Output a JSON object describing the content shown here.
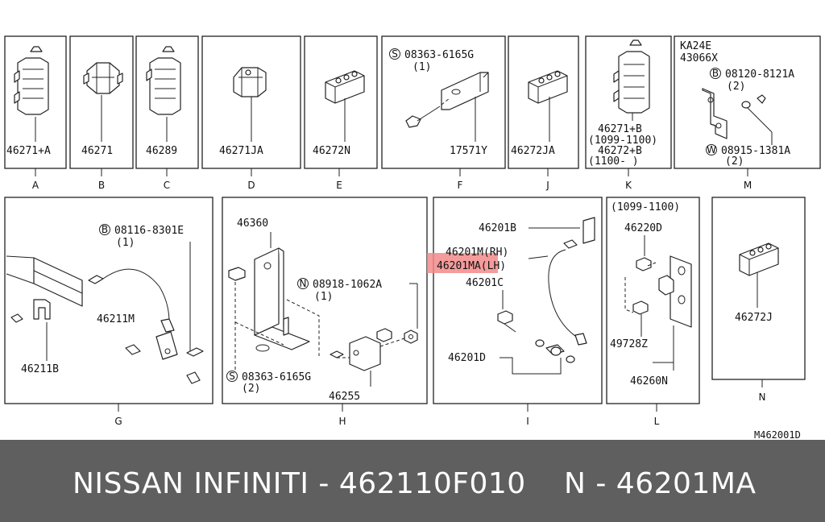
{
  "diagram_code": "M462001D",
  "highlight_color": "#f28a8a",
  "footer": {
    "left": "NISSAN  INFINITI - 462110F010",
    "right": "N - 46201MA"
  },
  "sections": {
    "A": {
      "letter": "A",
      "part": "46271+A"
    },
    "B": {
      "letter": "B",
      "part": "46271"
    },
    "C": {
      "letter": "C",
      "part": "46289"
    },
    "D": {
      "letter": "D",
      "part": "46271JA"
    },
    "E": {
      "letter": "E",
      "part": "46272N"
    },
    "F": {
      "letter": "F",
      "screw_symbol": "S",
      "screw": "08363-6165G",
      "screw_qty": "(1)",
      "part": "17571Y"
    },
    "J": {
      "letter": "J",
      "part": "46272JA"
    },
    "K": {
      "letter": "K",
      "part1": "46271+B",
      "range1": "(1099-1100)",
      "part2": "46272+B",
      "range2": "(1100-   )"
    },
    "M": {
      "letter": "M",
      "model": "KA24E",
      "part": "43066X",
      "bolt_symbol": "B",
      "bolt": "08120-8121A",
      "bolt_qty": "(2)",
      "washer_symbol": "W",
      "washer": "08915-1381A",
      "washer_qty": "(2)"
    },
    "G": {
      "letter": "G",
      "bolt_symbol": "B",
      "bolt": "08116-8301E",
      "bolt_qty": "(1)",
      "hose": "46211M",
      "clip": "46211B"
    },
    "H": {
      "letter": "H",
      "bracket": "46360",
      "nut_symbol": "N",
      "nut": "08918-1062A",
      "nut_qty": "(1)",
      "screw_symbol": "S",
      "screw": "08363-6165G",
      "screw_qty": "(2)",
      "clamp": "46255"
    },
    "I": {
      "letter": "I",
      "p1": "46201B",
      "p2": "46201M(RH)",
      "p3": "46201MA(LH)",
      "p4": "46201C",
      "p5": "46201D"
    },
    "L": {
      "letter": "L",
      "range": "(1099-1100)",
      "p1": "46220D",
      "p2": "49728Z",
      "p3": "46260N"
    },
    "N": {
      "letter": "N",
      "part": "46272J"
    }
  }
}
